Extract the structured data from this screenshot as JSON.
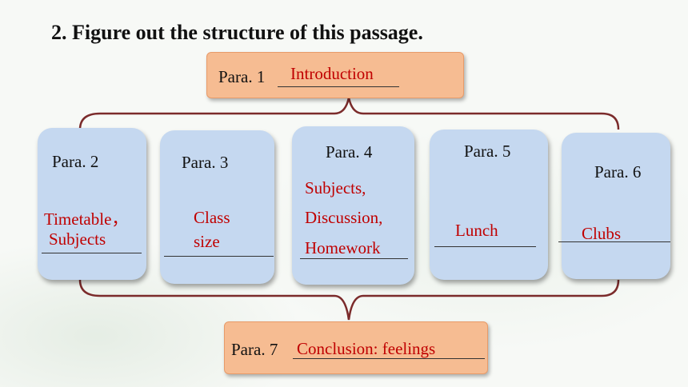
{
  "heading": "2. Figure out the structure of this passage.",
  "top": {
    "para": "Para. 1",
    "answer": "Introduction"
  },
  "boxes": [
    {
      "para": "Para. 2",
      "answer_line1": "Timetable，",
      "answer_line2": "Subjects"
    },
    {
      "para": "Para. 3",
      "answer_line1": "Class",
      "answer_line2": "size"
    },
    {
      "para": "Para. 4",
      "answer_line1": "Subjects,",
      "answer_line2": "Discussion,",
      "answer_line3": "Homework"
    },
    {
      "para": "Para. 5",
      "answer_line1": "Lunch"
    },
    {
      "para": "Para. 6",
      "answer_line1": "Clubs"
    }
  ],
  "bottom": {
    "para": "Para. 7",
    "answer": "Conclusion: feelings"
  },
  "colors": {
    "answer": "#c00000",
    "connector": "#7b2b2b",
    "para_box": "#c5d8f0",
    "end_box": "#f6bc92"
  }
}
